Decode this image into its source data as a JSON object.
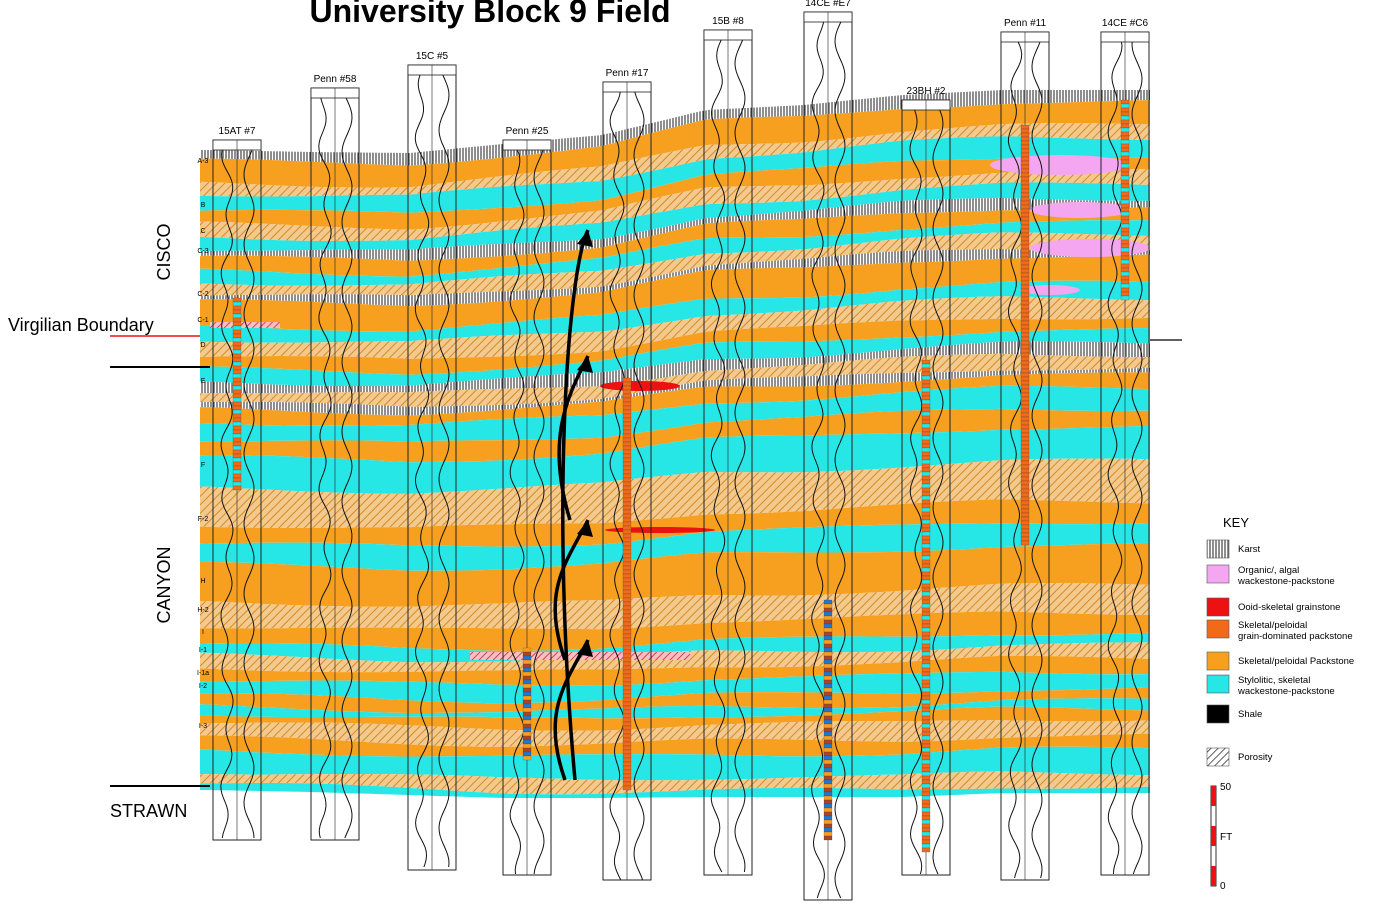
{
  "title": "University Block 9 Field",
  "wells": [
    "15AT #7",
    "Penn #58",
    "15C #5",
    "Penn #25",
    "Penn #17",
    "15B #8",
    "14CE #E7",
    "23BH #2",
    "Penn #11",
    "14CE #C6"
  ],
  "units": [
    "A-3",
    "B",
    "C",
    "C-3",
    "C-2",
    "C-1",
    "D",
    "E",
    "F",
    "F-2",
    "H",
    "H-2",
    "I",
    "I-1",
    "I-1a",
    "I-2",
    "I-3"
  ],
  "intervals": [
    "CISCO",
    "CANYON",
    "STRAWN"
  ],
  "boundary_label": "Virgilian Boundary",
  "key": {
    "title": "KEY",
    "items": [
      {
        "label": "Karst",
        "color": "#8a8a8a",
        "pattern": "vertical-hatch"
      },
      {
        "label": "Organic/,  algal\nwackestone-packstone",
        "color": "#f5a6f0"
      },
      {
        "label": "Ooid-skeletal grainstone",
        "color": "#ee1111"
      },
      {
        "label": "Skeletal/peloidal\ngrain-dominated packstone",
        "color": "#f06a1a"
      },
      {
        "label": "Skeletal/peloidal Packstone",
        "color": "#f7a020"
      },
      {
        "label": "Stylolitic, skeletal\nwackestone-packstone",
        "color": "#27e6e6"
      },
      {
        "label": "Shale",
        "color": "#000000"
      },
      {
        "label": "Porosity",
        "color": "#444444",
        "pattern": "diagonal-hatch"
      }
    ]
  },
  "scale": {
    "top": "50",
    "unit": "FT",
    "bottom": "0"
  }
}
